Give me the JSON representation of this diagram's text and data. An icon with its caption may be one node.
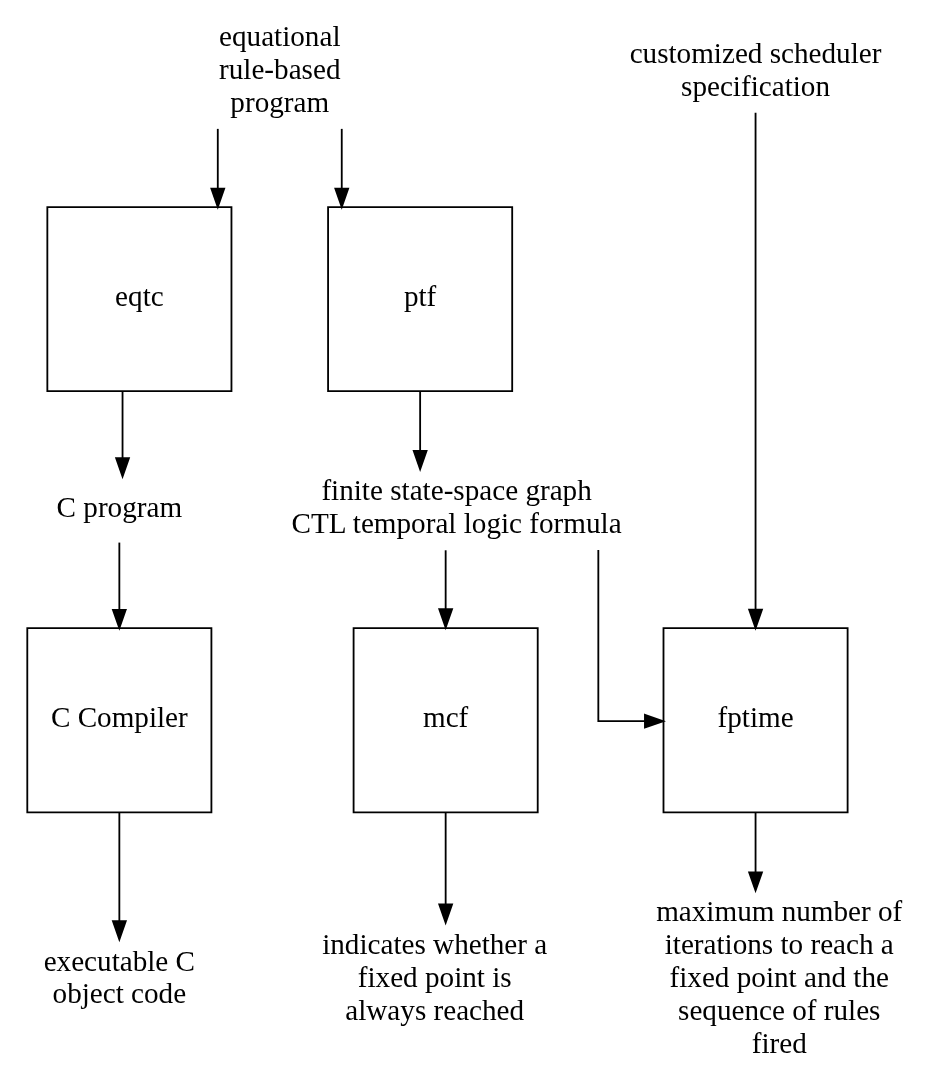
{
  "diagram": {
    "nodes": [
      {
        "text": [
          "equational rule-based program"
        ]
      },
      {
        "text": [
          "customized scheduler specification"
        ]
      },
      {
        "text": [
          "eqtc"
        ]
      },
      {
        "text": [
          "ptf"
        ]
      },
      {
        "text": [
          "C program"
        ]
      },
      {
        "text": [
          "C Compiler"
        ]
      },
      {
        "text": [
          "finite state-space graph",
          "CTL temporal logic formula"
        ]
      },
      {
        "text": [
          "mcf"
        ]
      },
      {
        "text": [
          "fptime"
        ]
      },
      {
        "text": [
          "executable C object code"
        ]
      },
      {
        "text": [
          "indicates whether a fixed point is always reached"
        ]
      },
      {
        "text": [
          "maximum number of iterations to reach a fixed point and the sequence of rules fired"
        ]
      }
    ],
    "edges": [
      {
        "from": 0,
        "to": 2,
        "arrow": "to"
      },
      {
        "from": 0,
        "to": 3,
        "arrow": "to"
      },
      {
        "from": 2,
        "to": 4,
        "arrow": "to"
      },
      {
        "from": 4,
        "to": 5,
        "arrow": "to"
      },
      {
        "from": 5,
        "to": 9,
        "arrow": "to"
      },
      {
        "from": 3,
        "to": 6,
        "arrow": "to"
      },
      {
        "from": 6,
        "to": 7,
        "arrow": "to"
      },
      {
        "from": 6,
        "to": 8,
        "arrow": "to"
      },
      {
        "from": 1,
        "to": 8,
        "arrow": "to"
      },
      {
        "from": 7,
        "to": 10,
        "arrow": "to"
      },
      {
        "from": 8,
        "to": 11,
        "arrow": "to"
      }
    ]
  }
}
